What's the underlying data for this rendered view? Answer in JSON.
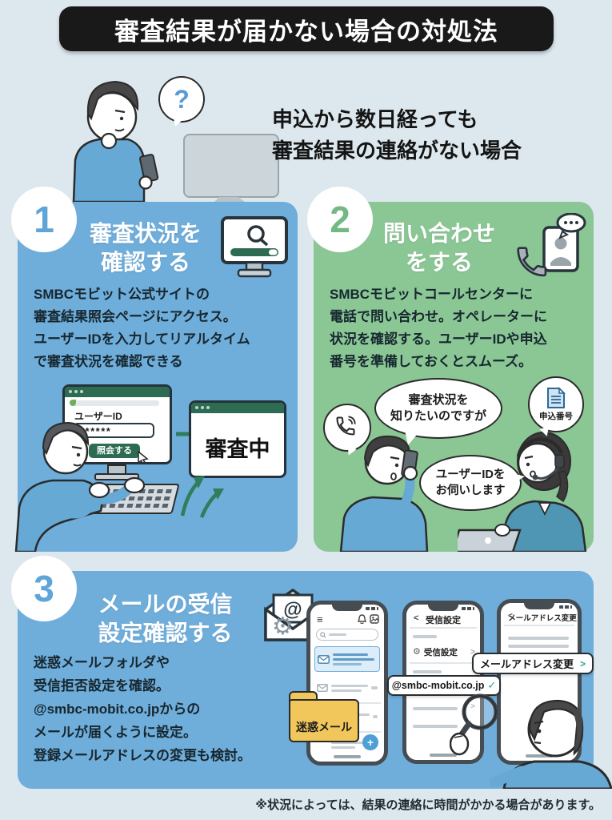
{
  "page": {
    "title": "審査結果が届かない場合の対処法",
    "footnote": "※状況によっては、結果の連絡に時間がかかる場合があります。",
    "background_color": "#DDE8EE",
    "title_bar_color": "#191919"
  },
  "icons": {
    "question_mark": "?",
    "plus": "+",
    "check": "✓",
    "chevron_left": "<",
    "chevron_right": ">",
    "hamburger": "≡",
    "gear": "⚙",
    "at_sign": "@"
  },
  "colors": {
    "card_blue": "#6FADDA",
    "card_green": "#8BC695",
    "dark_green": "#2D6B52",
    "folder_yellow": "#F1C65B"
  },
  "intro": {
    "line1": "申込から数日経っても",
    "line2": "審査結果の連絡がない場合"
  },
  "sections": {
    "one": {
      "number": "1",
      "title_line1": "審査状況を",
      "title_line2": "確認する",
      "body_lines": [
        "SMBCモビット公式サイトの",
        "審査結果照会ページにアクセス。",
        "ユーザーIDを入力してリアルタイム",
        "で審査状況を確認できる"
      ],
      "screen": {
        "field_label": "ユーザーID",
        "field_value": "******",
        "button_label": "照会する"
      },
      "result_text": "審査中"
    },
    "two": {
      "number": "2",
      "title_line1": "問い合わせ",
      "title_line2": "をする",
      "body_lines": [
        "SMBCモビットコールセンターに",
        "電話で問い合わせ。オペレーターに",
        "状況を確認する。ユーザーIDや申込",
        "番号を準備しておくとスムーズ。"
      ],
      "customer_bubble_line1": "審査状況を",
      "customer_bubble_line2": "知りたいのですが",
      "operator_bubble_line1": "ユーザーIDを",
      "operator_bubble_line2": "お伺いします",
      "document_badge_label": "申込番号"
    },
    "three": {
      "number": "3",
      "title_line1": "メールの受信",
      "title_line2": "設定確認する",
      "body_lines": [
        "迷惑メールフォルダや",
        "受信拒否設定を確認。",
        "@smbc-mobit.co.jpからの",
        "メールが届くように設定。",
        "登録メールアドレスの変更も検討。"
      ],
      "spam_folder_label": "迷惑メール",
      "phone2_header": "受信設定",
      "phone2_row_label": "受信設定",
      "domain_pill_label": "@smbc-mobit.co.jp",
      "phone3_header": "メールアドレス変更",
      "phone3_pill_label": "メールアドレス変更"
    }
  }
}
